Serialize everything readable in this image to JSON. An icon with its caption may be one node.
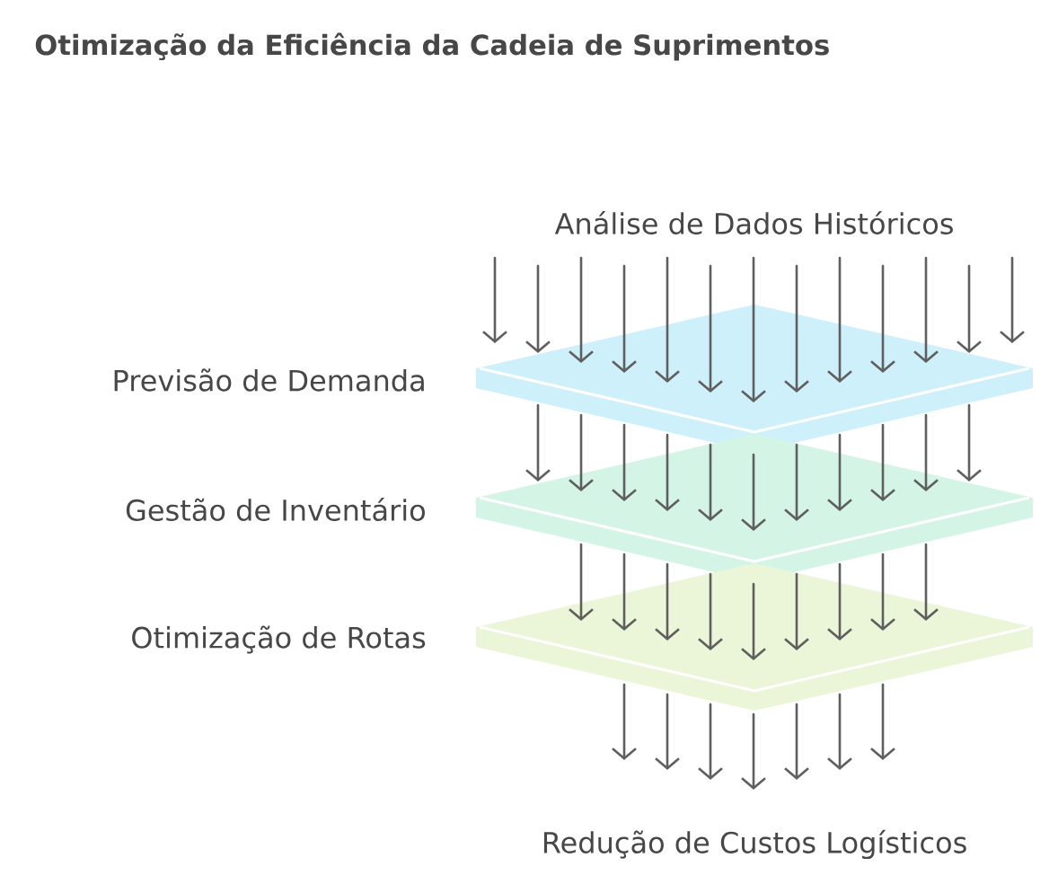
{
  "diagram": {
    "title": "Otimização da Eficiência da Cadeia de Suprimentos",
    "nodes": [
      {
        "text": [
          "Análise de Dados Históricos"
        ]
      },
      {
        "text": [
          "Previsão de Demanda"
        ]
      },
      {
        "text": [
          "Gestão de Inventário"
        ]
      },
      {
        "text": [
          "Otimização de Rotas"
        ]
      },
      {
        "text": [
          "Redução de Custos Logísticos"
        ]
      }
    ],
    "edges": [
      {
        "from": 0,
        "to": 1,
        "arrow": "to"
      },
      {
        "from": 0,
        "to": 1,
        "arrow": "to"
      },
      {
        "from": 0,
        "to": 1,
        "arrow": "to"
      },
      {
        "from": 0,
        "to": 1,
        "arrow": "to"
      },
      {
        "from": 0,
        "to": 1,
        "arrow": "to"
      },
      {
        "from": 0,
        "to": 1,
        "arrow": "to"
      },
      {
        "from": 0,
        "to": 1,
        "arrow": "to"
      },
      {
        "from": 0,
        "to": 1,
        "arrow": "to"
      },
      {
        "from": 0,
        "to": 1,
        "arrow": "to"
      },
      {
        "from": 0,
        "to": 1,
        "arrow": "to"
      },
      {
        "from": 0,
        "to": 1,
        "arrow": "to"
      },
      {
        "from": 0,
        "to": 1,
        "arrow": "to"
      },
      {
        "from": 0,
        "to": 1,
        "arrow": "to"
      },
      {
        "from": 1,
        "to": 2,
        "arrow": "to"
      },
      {
        "from": 1,
        "to": 2,
        "arrow": "to"
      },
      {
        "from": 1,
        "to": 2,
        "arrow": "to"
      },
      {
        "from": 1,
        "to": 2,
        "arrow": "to"
      },
      {
        "from": 1,
        "to": 2,
        "arrow": "to"
      },
      {
        "from": 1,
        "to": 2,
        "arrow": "to"
      },
      {
        "from": 1,
        "to": 2,
        "arrow": "to"
      },
      {
        "from": 1,
        "to": 2,
        "arrow": "to"
      },
      {
        "from": 1,
        "to": 2,
        "arrow": "to"
      },
      {
        "from": 1,
        "to": 2,
        "arrow": "to"
      },
      {
        "from": 1,
        "to": 2,
        "arrow": "to"
      },
      {
        "from": 2,
        "to": 3,
        "arrow": "to"
      },
      {
        "from": 2,
        "to": 3,
        "arrow": "to"
      },
      {
        "from": 2,
        "to": 3,
        "arrow": "to"
      },
      {
        "from": 2,
        "to": 3,
        "arrow": "to"
      },
      {
        "from": 2,
        "to": 3,
        "arrow": "to"
      },
      {
        "from": 2,
        "to": 3,
        "arrow": "to"
      },
      {
        "from": 2,
        "to": 3,
        "arrow": "to"
      },
      {
        "from": 2,
        "to": 3,
        "arrow": "to"
      },
      {
        "from": 2,
        "to": 3,
        "arrow": "to"
      },
      {
        "from": 3,
        "to": 4,
        "arrow": "to"
      },
      {
        "from": 3,
        "to": 4,
        "arrow": "to"
      },
      {
        "from": 3,
        "to": 4,
        "arrow": "to"
      },
      {
        "from": 3,
        "to": 4,
        "arrow": "to"
      },
      {
        "from": 3,
        "to": 4,
        "arrow": "to"
      },
      {
        "from": 3,
        "to": 4,
        "arrow": "to"
      },
      {
        "from": 3,
        "to": 4,
        "arrow": "to"
      }
    ]
  }
}
